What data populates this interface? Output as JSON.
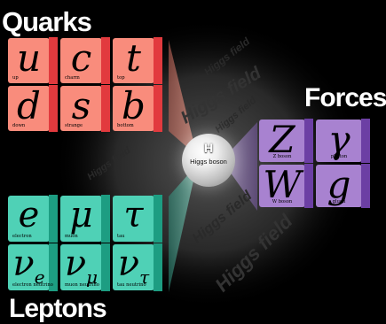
{
  "titles": {
    "quarks": "Quarks",
    "forces": "Forces",
    "leptons": "Leptons"
  },
  "quarks": [
    {
      "symbol": "u",
      "name": "up"
    },
    {
      "symbol": "c",
      "name": "charm"
    },
    {
      "symbol": "t",
      "name": "top"
    },
    {
      "symbol": "d",
      "name": "down"
    },
    {
      "symbol": "s",
      "name": "strange"
    },
    {
      "symbol": "b",
      "name": "bottom"
    }
  ],
  "forces": [
    {
      "symbol": "Z",
      "name": "Z boson"
    },
    {
      "symbol": "γ",
      "name": "photon"
    },
    {
      "symbol": "W",
      "name": "W boson"
    },
    {
      "symbol": "g",
      "name": "gluon"
    }
  ],
  "leptons": [
    {
      "symbol": "e",
      "name": "electron"
    },
    {
      "symbol": "μ",
      "name": "muon"
    },
    {
      "symbol": "τ",
      "name": "tau"
    },
    {
      "symbol": "ν",
      "sub": "e",
      "name": "electron neutrino"
    },
    {
      "symbol": "ν",
      "sub": "μ",
      "name": "muon neutrino"
    },
    {
      "symbol": "ν",
      "sub": "τ",
      "name": "tau neutrino"
    }
  ],
  "higgs": {
    "symbol": "H",
    "name": "Higgs boson",
    "field_text": "Higgs field"
  },
  "colors": {
    "quark_face": "#f98c7c",
    "quark_side": "#e23a3e",
    "force_face": "#a882d0",
    "force_side": "#6c3fa4",
    "lepton_face": "#4fd1b6",
    "lepton_side": "#1d9d82",
    "background": "#000000"
  }
}
